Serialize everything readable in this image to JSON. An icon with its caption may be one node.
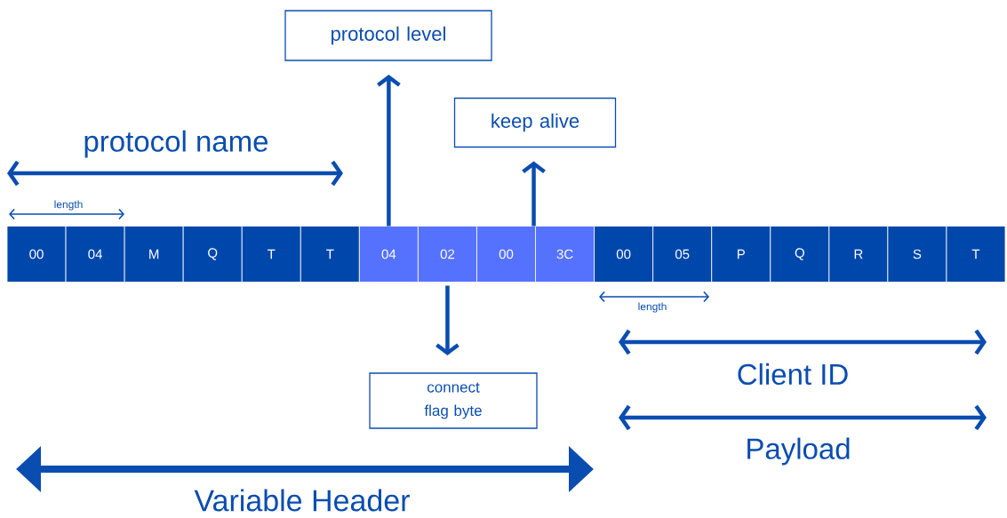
{
  "diagram": {
    "nodes": [
      {
        "text": [
          "00"
        ]
      },
      {
        "text": [
          "04"
        ]
      },
      {
        "text": [
          "M"
        ]
      },
      {
        "text": [
          "Q"
        ]
      },
      {
        "text": [
          "T"
        ]
      },
      {
        "text": [
          "T"
        ]
      },
      {
        "text": [
          "04"
        ]
      },
      {
        "text": [
          "02"
        ]
      },
      {
        "text": [
          "00"
        ]
      },
      {
        "text": [
          "3C"
        ]
      },
      {
        "text": [
          "00"
        ]
      },
      {
        "text": [
          "05"
        ]
      },
      {
        "text": [
          "P"
        ]
      },
      {
        "text": [
          "Q"
        ]
      },
      {
        "text": [
          "R"
        ]
      },
      {
        "text": [
          "S"
        ]
      },
      {
        "text": [
          "T"
        ]
      },
      {
        "text": [
          "protocol level"
        ]
      },
      {
        "text": [
          "keep alive"
        ]
      },
      {
        "text": [
          "connect flag byte"
        ]
      }
    ],
    "edges": [
      {
        "from": 6,
        "to": 17,
        "arrow": "to"
      },
      {
        "from": 8,
        "to": 18,
        "arrow": "to"
      },
      {
        "from": 7,
        "to": 19,
        "arrow": "to"
      }
    ],
    "labels": [
      "protocol name",
      "length",
      "length",
      "Client ID",
      "Payload",
      "Variable Header"
    ]
  }
}
